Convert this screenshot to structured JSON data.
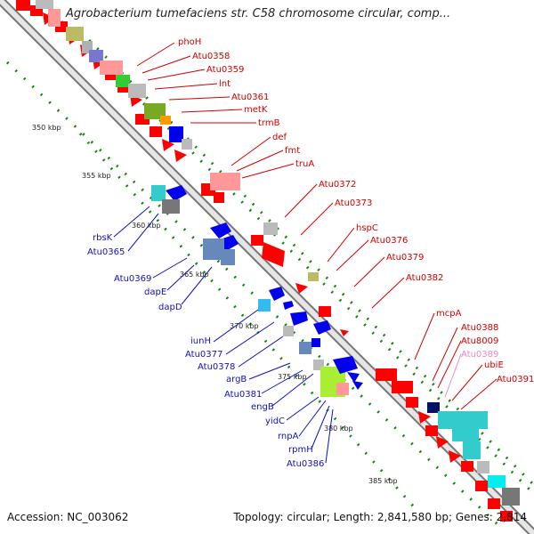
{
  "title": "Agrobacterium tumefaciens str. C58 chromosome circular, comp...",
  "footer": {
    "accession": "Accession: NC_003062",
    "summary": "Topology: circular; Length: 2,841,580 bp; Genes: 2,814"
  },
  "scale_labels": [
    "350 kbp",
    "355 kbp",
    "360 kbp",
    "365 kbp",
    "370 kbp",
    "375 kbp",
    "380 kbp",
    "385 kbp"
  ],
  "genes_forward": [
    "phoH",
    "Atu0358",
    "Atu0359",
    "lnt",
    "Atu0361",
    "metK",
    "trmB",
    "def",
    "fmt",
    "truA",
    "Atu0372",
    "Atu0373",
    "hspC",
    "Atu0376",
    "Atu0379",
    "Atu0382",
    "mcpA",
    "Atu0388",
    "Atu8009",
    "Atu0389",
    "ubiE",
    "Atu0391"
  ],
  "genes_reverse": [
    "rbsK",
    "Atu0365",
    "Atu0369",
    "dapE",
    "dapD",
    "iunH",
    "Atu0377",
    "Atu0378",
    "argB",
    "Atu0381",
    "engB",
    "yidC",
    "rnpA",
    "rpmH",
    "Atu0386"
  ],
  "colors": {
    "forward": "#ff0000",
    "reverse": "#0000ff",
    "highlight": "#ee88cc",
    "backbone": "#999999",
    "ticks": "#118811"
  }
}
